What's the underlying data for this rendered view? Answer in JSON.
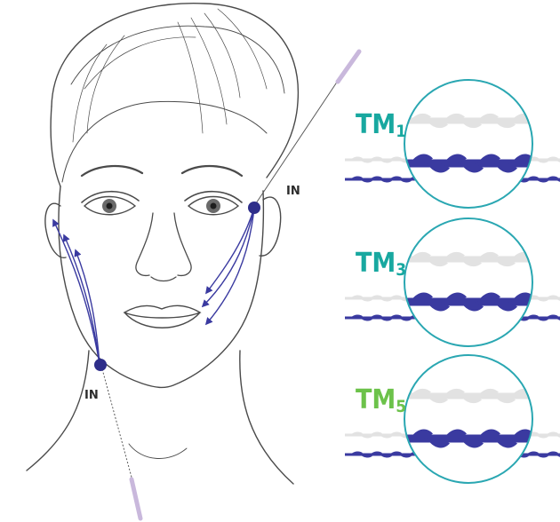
{
  "entry_labels": {
    "left": "IN",
    "right": "IN"
  },
  "thread_panels": [
    {
      "name": "TM",
      "subscript": "1",
      "color": "#18a8a0"
    },
    {
      "name": "TM",
      "subscript": "3",
      "color": "#18a8a0"
    },
    {
      "name": "TM",
      "subscript": "5",
      "color": "#6cc24a"
    }
  ],
  "colors": {
    "thread_blue": "#3a3aa0",
    "thread_white": "#e2e2e2",
    "circle_stroke": "#2aa7b2",
    "face_line": "#4a4a4a",
    "needle": "#c9b8dc",
    "entry_point": "#2e2e8a"
  },
  "icons": [
    "face-illustration",
    "needle-icon",
    "thread-zoom-circle"
  ]
}
